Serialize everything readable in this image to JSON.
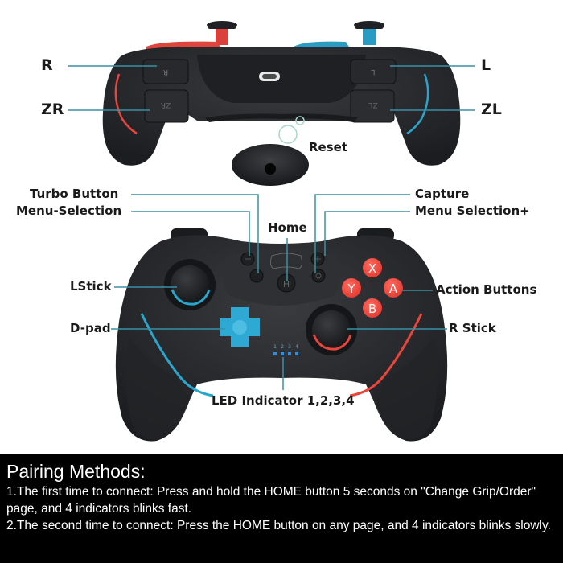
{
  "top_view": {
    "labels": {
      "r": "R",
      "zr": "ZR",
      "l": "L",
      "zl": "ZL",
      "reset": "Reset"
    },
    "button_glyphs": {
      "r": "R",
      "zr": "ZR",
      "l": "L",
      "zl": "ZL"
    }
  },
  "front_view": {
    "labels": {
      "turbo": "Turbo Button",
      "menu_minus": "Menu-Selection",
      "home": "Home",
      "capture": "Capture",
      "menu_plus": "Menu Selection+",
      "lstick": "LStick",
      "dpad": "D-pad",
      "action": "Action Buttons",
      "rstick": "R Stick",
      "led": "LED Indicator 1,2,3,4"
    },
    "face_buttons": {
      "x": "X",
      "y": "Y",
      "a": "A",
      "b": "B",
      "home_glyph": "H"
    },
    "led_numbers": [
      "1",
      "2",
      "3",
      "4"
    ]
  },
  "pairing": {
    "title": "Pairing Methods:",
    "steps": [
      "1.The first time to connect: Press and hold the HOME button 5 seconds on \"Change Grip/Order\" page, and 4 indicators blinks fast.",
      "2.The second time to connect: Press the HOME button on any page, and 4 indicators blinks slowly."
    ]
  },
  "colors": {
    "body": "#2a2b2e",
    "accent_red": "#e8453c",
    "accent_blue": "#2aa5cc",
    "leader_line": "#3a8fa6",
    "background": "#ffffff",
    "pairing_bg": "#000000"
  }
}
